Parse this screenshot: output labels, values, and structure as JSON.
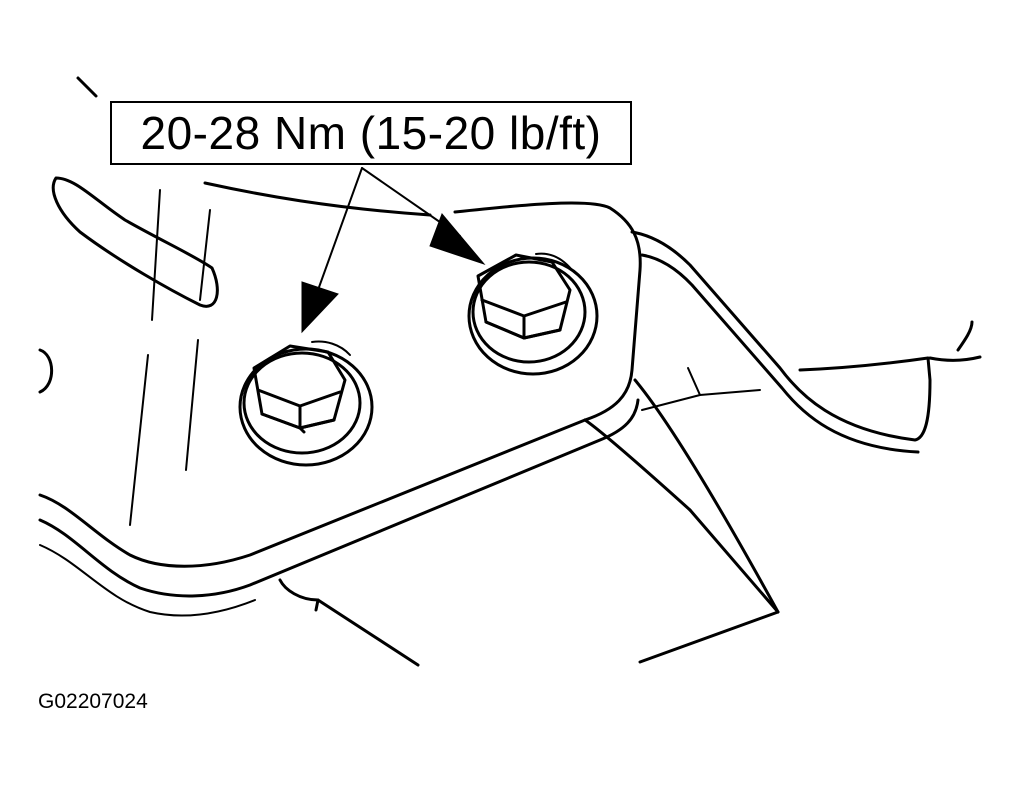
{
  "callout": {
    "torque_label": "20-28 Nm (15-20 lb/ft)"
  },
  "figure": {
    "id": "G02207024"
  },
  "components": {
    "bolt_count": 2
  }
}
